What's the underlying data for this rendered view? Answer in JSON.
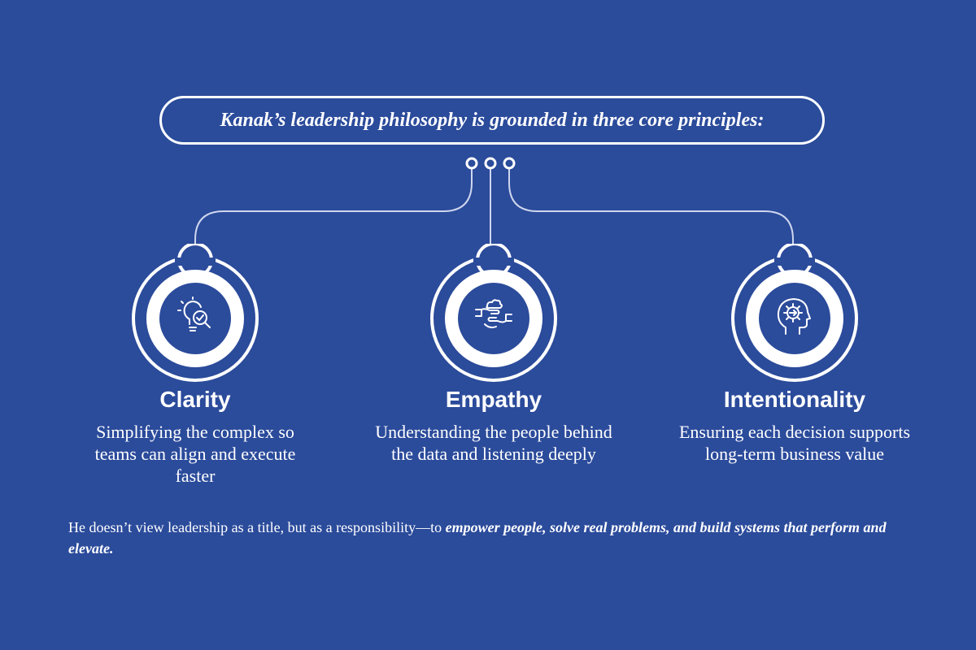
{
  "header": {
    "text": "Kanak’s leadership philosophy is grounded in three core principles:"
  },
  "principles": [
    {
      "title": "Clarity",
      "description": "Simplifying the complex so teams can align and execute faster",
      "icon": "lightbulb-magnifier-icon"
    },
    {
      "title": "Empathy",
      "description": "Understanding the people behind the data and listening deeply",
      "icon": "helping-hands-icon"
    },
    {
      "title": "Intentionality",
      "description": "Ensuring each decision supports long-term business value",
      "icon": "head-gear-icon"
    }
  ],
  "footer": {
    "plain": "He doesn’t view leadership as a title, but as a responsibility—to ",
    "emphasis": "empower people, solve real problems, and build systems that perform and elevate."
  },
  "colors": {
    "background": "#2b4b9b",
    "line": "#ffffff"
  }
}
